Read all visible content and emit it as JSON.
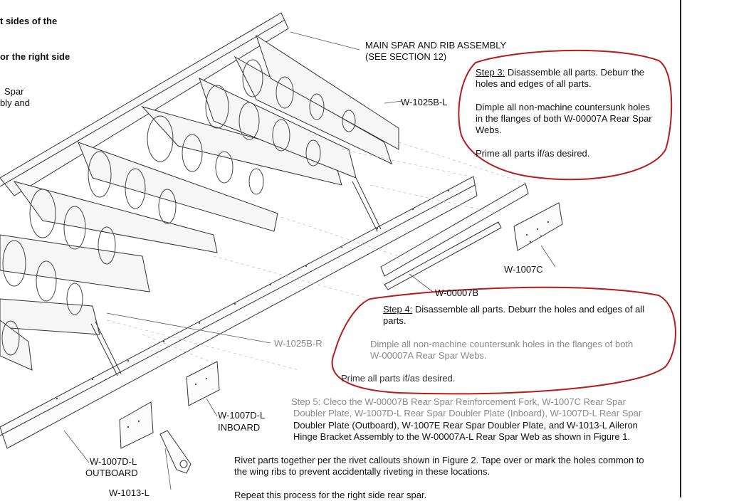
{
  "left_fragments": {
    "line1": "t sides of the",
    "line2": "or the right side",
    "line3": "Spar",
    "line4": "bly and"
  },
  "labels": {
    "main_assembly_1": "MAIN SPAR AND RIB ASSEMBLY",
    "main_assembly_2": "(SEE SECTION 12)",
    "w1025b_l": "W-1025B-L",
    "w1007c": "W-1007C",
    "w00007b": "W-00007B",
    "w1025b_r": "W-1025B-R",
    "w1007d_l_inboard_1": "W-1007D-L",
    "w1007d_l_inboard_2": "INBOARD",
    "w1007d_l_outboard_1": "W-1007D-L",
    "w1007d_l_outboard_2": "OUTBOARD",
    "w1013_l": "W-1013-L"
  },
  "step3": {
    "title": "Step 3:",
    "line1": " Disassemble all parts. Deburr the",
    "line2": "holes and edges of all parts.",
    "line3": "Dimple all non-machine countersunk holes",
    "line4": "in the flanges of both W-00007A Rear Spar",
    "line5": "Webs.",
    "line6": "Prime all parts if/as desired."
  },
  "step4": {
    "title": "Step 4:",
    "line1": " Disassemble all parts. Deburr the holes and edges of all",
    "line2": "parts.",
    "line3": "Dimple all non-machine countersunk holes in the flanges of both",
    "line4": "W-00007A Rear Spar Webs.",
    "line5": "Prime all parts if/as desired."
  },
  "step5": {
    "line1": "Step 5: Cleco the W-00007B Rear Spar Reinforcement Fork, W-1007C Rear Spar",
    "line2": "Doubler Plate, W-1007D-L Rear Spar Doubler Plate (Inboard), W-1007D-L Rear Spar",
    "line3": "Doubler Plate (Outboard), W-1007E Rear Spar Doubler Plate, and W-1013-L Aileron",
    "line4": "Hinge Bracket Assembly to the W-00007A-L Rear Spar Web as shown in Figure 1.",
    "line5": "Rivet parts together per the rivet callouts shown in Figure 2. Tape over or mark the holes common to",
    "line6": "the wing ribs to prevent accidentally riveting in these locations.",
    "line7": "Repeat this process for the right side rear spar."
  },
  "colors": {
    "annotation_circle": "#b51c1c",
    "ink": "#111111",
    "faded_text": "#8a8a8a"
  }
}
